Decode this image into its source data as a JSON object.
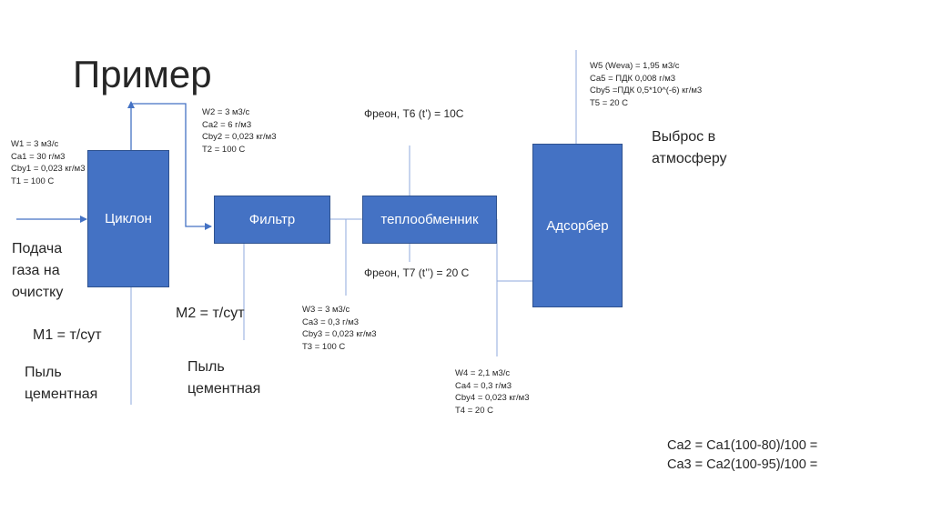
{
  "title": "Пример",
  "boxes": {
    "cyclone": "Циклон",
    "filter": "Фильтр",
    "heat_exchanger": "теплообменник",
    "adsorber": "Адсорбер"
  },
  "stream1": [
    "W1 = 3 м3/с",
    "Ca1 = 30 г/м3",
    "Cby1 = 0,023 кг/м3",
    "T1 = 100 C"
  ],
  "stream2": [
    "W2 = 3 м3/с",
    "Ca2 = 6 г/м3",
    "Cby2 = 0,023 кг/м3",
    "T2 = 100 C"
  ],
  "stream3": [
    "W3 = 3 м3/с",
    "Ca3 = 0,3 г/м3",
    "Cby3 = 0,023 кг/м3",
    "T3 = 100 C"
  ],
  "stream4": [
    "W4 = 2,1 м3/с",
    "Ca4 = 0,3 г/м3",
    "Cby4 = 0,023 кг/м3",
    "T4 = 20 C"
  ],
  "stream5": [
    "W5 (Weva)  = 1,95 м3/с",
    "Ca5 = ПДК 0,008 г/м3",
    "Cby5 =ПДК 0,5*10^(-6) кг/м3",
    "T5 = 20 C"
  ],
  "freon_in": "Фреон, Т6 (t’) = 10С",
  "freon_out": "Фреон, Т7 (t’’) = 20 С",
  "feed_label": [
    "Подача",
    "газа на",
    "очистку"
  ],
  "m1": "М1 = т/сут",
  "m2": "М2 = т/сут",
  "dust1": [
    "Пыль",
    "цементная"
  ],
  "dust2": [
    "Пыль",
    "цементная"
  ],
  "release": [
    "Выброс в",
    "атмосферу"
  ],
  "formulas": [
    "Ca2 = Ca1(100-80)/100 =",
    "Ca3 = Ca2(100-95)/100 ="
  ]
}
